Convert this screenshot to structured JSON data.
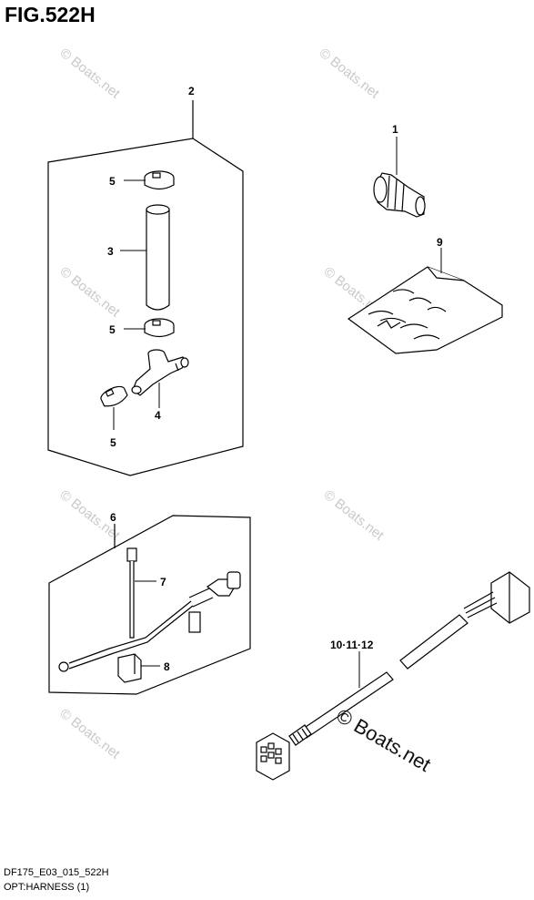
{
  "figure": {
    "title": "FIG.522H",
    "code": "DF175_E03_015_522H",
    "name": "OPT:HARNESS (1)"
  },
  "callouts": {
    "c1": "1",
    "c2": "2",
    "c3": "3",
    "c4": "4",
    "c5a": "5",
    "c5b": "5",
    "c5c": "5",
    "c6": "6",
    "c7": "7",
    "c8": "8",
    "c9": "9",
    "c10": "10·11·12"
  },
  "watermark": {
    "text": "© Boats.net",
    "main": "© Boats.net",
    "color": "#c9c9c9"
  }
}
